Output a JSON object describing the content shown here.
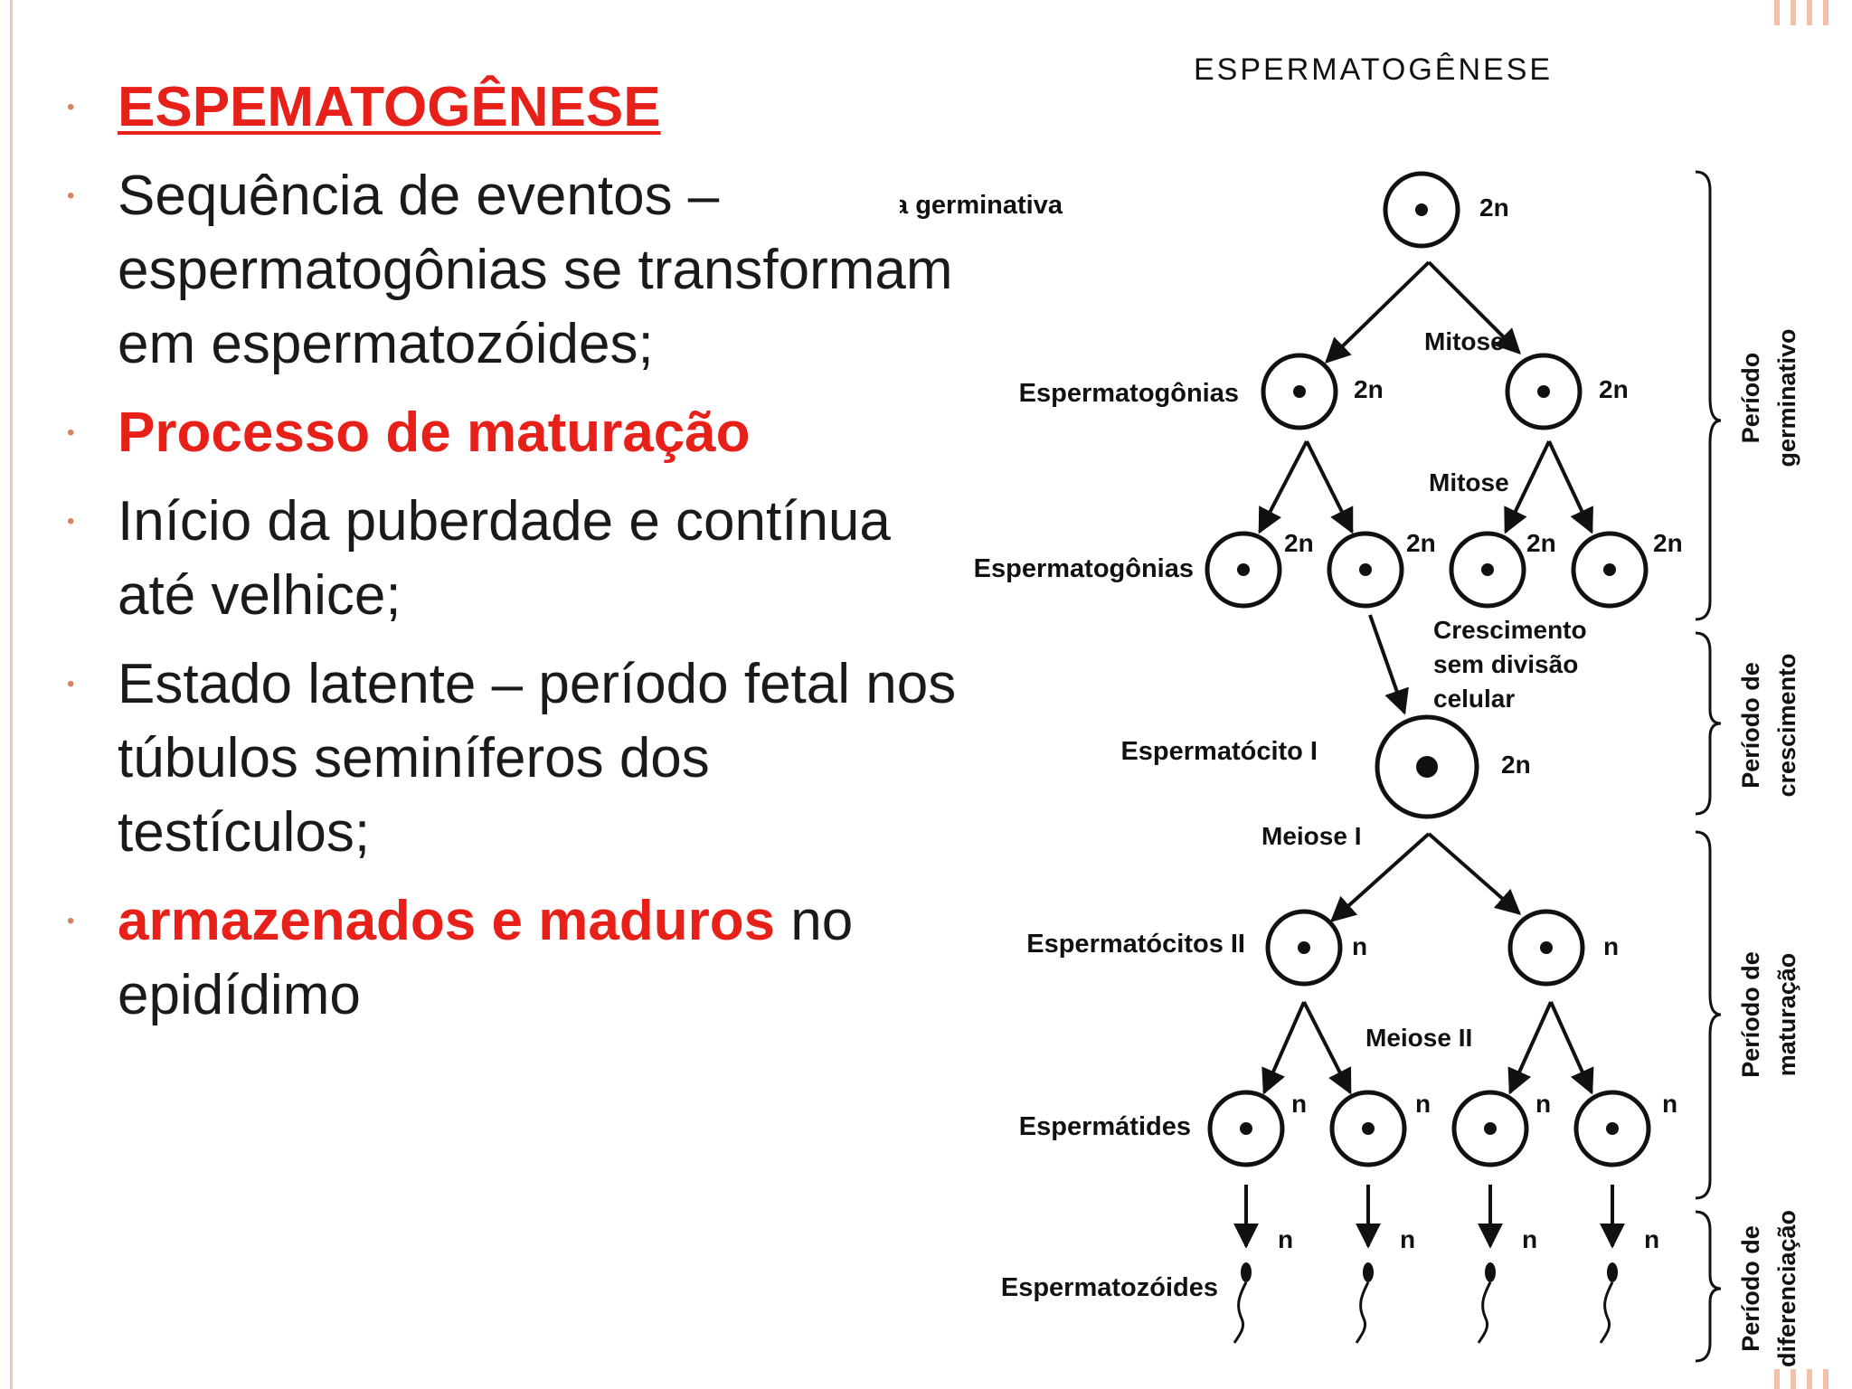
{
  "slide": {
    "bullets": [
      {
        "text": "ESPEMATOGÊNESE",
        "highlight": true,
        "underline": true
      },
      {
        "text": "Sequência de eventos – espermatogônias se transformam em espermatozóides;",
        "highlight": false
      },
      {
        "text": "Processo de maturação",
        "highlight": true
      },
      {
        "text": "Início da puberdade e contínua até velhice;",
        "highlight": false
      },
      {
        "text": "Estado latente – período fetal nos túbulos seminíferos dos testículos;",
        "highlight": false
      },
      {
        "text_highlight": "armazenados e maduros",
        "text_rest": " no epidídimo"
      }
    ]
  },
  "diagram": {
    "title": "ESPERMATOGÊNESE",
    "labels": {
      "celula_germinativa": "Célula germinativa",
      "espermatogonias": "Espermatogônias",
      "espermatocito_1": "Espermatócito I",
      "espermatocitos_2": "Espermatócitos II",
      "espermatides": "Espermátides",
      "espermatozoides": "Espermatozóides"
    },
    "processes": {
      "mitose": "Mitose",
      "crescimento_1": "Crescimento",
      "crescimento_2": "sem divisão",
      "crescimento_3": "celular",
      "meiose1": "Meiose I",
      "meiose2": "Meiose II"
    },
    "ploidy": {
      "diploid": "2n",
      "haploid": "n"
    },
    "periods": {
      "germinativo_1": "Período",
      "germinativo_2": "germinativo",
      "crescimento_1": "Período de",
      "crescimento_2": "crescimento",
      "maturacao_1": "Período de",
      "maturacao_2": "maturação",
      "diferenciacao_1": "Período de",
      "diferenciacao_2": "diferenciação"
    }
  },
  "colors": {
    "accent": "#e8201a",
    "bullet": "#d9825b",
    "frame": "#f1c2a9"
  }
}
